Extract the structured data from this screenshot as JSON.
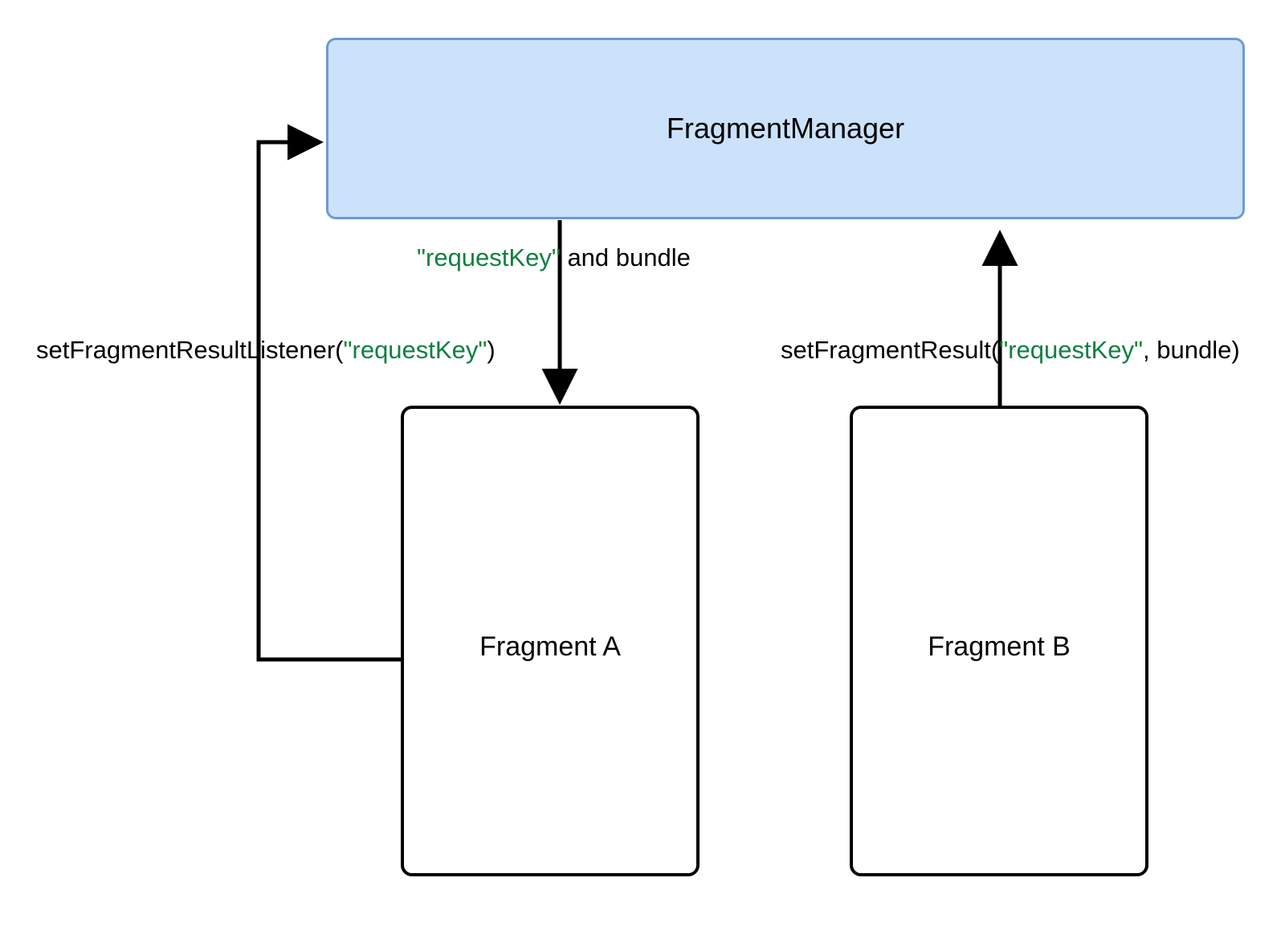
{
  "diagram": {
    "title": "Fragment Result API flow",
    "background_color": "#ffffff",
    "accent_fill": "#cce2fb",
    "accent_stroke": "#6c9bd0",
    "key_token_color": "#0f8040",
    "stroke_color": "#000000"
  },
  "nodes": {
    "fragment_manager": {
      "label": "FragmentManager",
      "fill": "#cce2fb",
      "stroke": "#6c9bd0"
    },
    "fragment_a": {
      "label": "Fragment A",
      "fill": "#ffffff",
      "stroke": "#000000"
    },
    "fragment_b": {
      "label": "Fragment B",
      "fill": "#ffffff",
      "stroke": "#000000"
    }
  },
  "edges": {
    "manager_to_fragment_a": {
      "label_prefix": "",
      "label_key": "\"requestKey\"",
      "label_suffix": " and bundle",
      "from": "FragmentManager",
      "to": "Fragment A",
      "direction": "down"
    },
    "fragment_a_to_manager": {
      "label_prefix": "setFragmentResultListener(",
      "label_key": "\"requestKey\"",
      "label_suffix": ")",
      "from": "Fragment A",
      "to": "FragmentManager",
      "direction": "left-up"
    },
    "fragment_b_to_manager": {
      "label_prefix": "setFragmentResult(",
      "label_key": "\"requestKey\"",
      "label_suffix": ", bundle)",
      "from": "Fragment B",
      "to": "FragmentManager",
      "direction": "up"
    }
  }
}
